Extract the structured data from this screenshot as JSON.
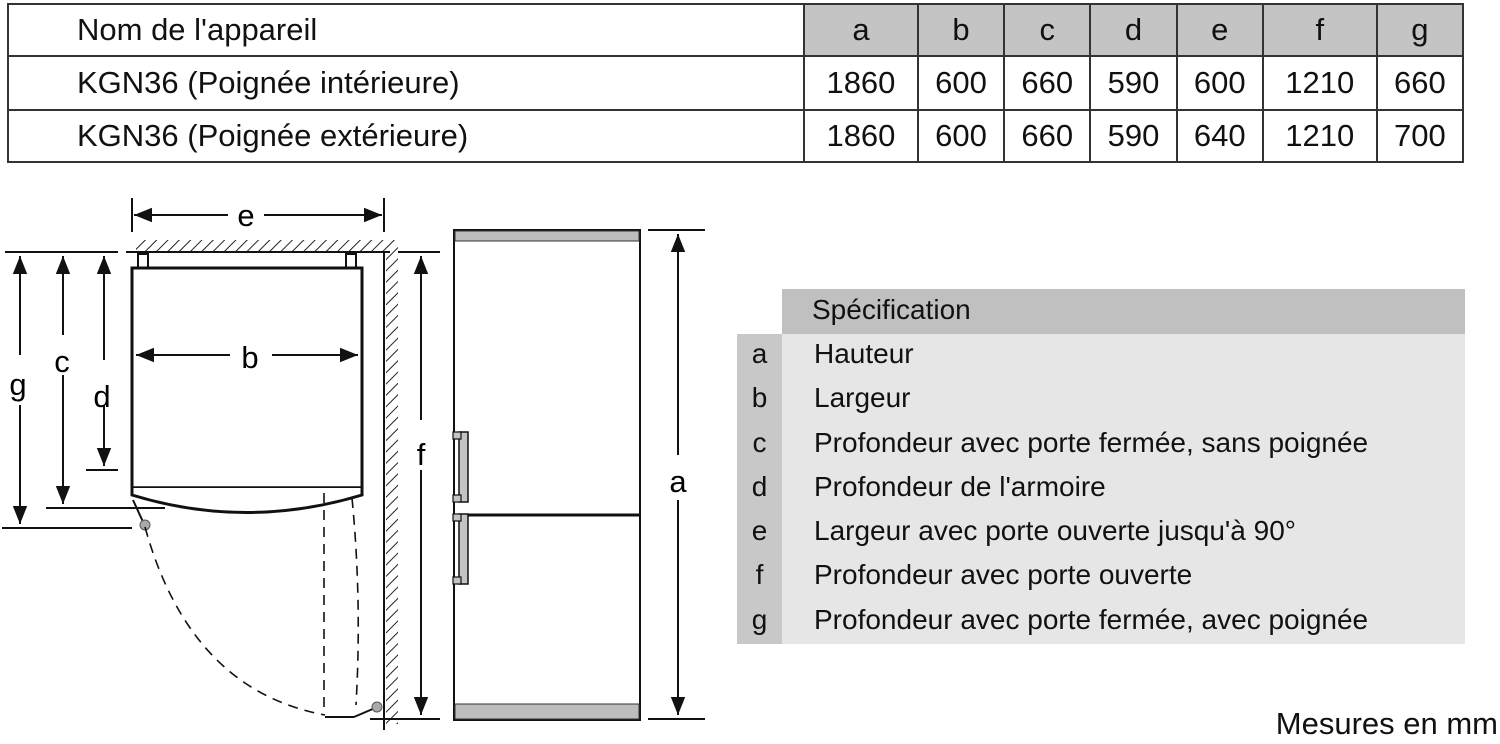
{
  "dimensions_table": {
    "name_header": "Nom de l'appareil",
    "columns": [
      "a",
      "b",
      "c",
      "d",
      "e",
      "f",
      "g"
    ],
    "rows": [
      {
        "name": "KGN36 (Poignée intérieure)",
        "values": [
          "1860",
          "600",
          "660",
          "590",
          "600",
          "1210",
          "660"
        ]
      },
      {
        "name": "KGN36 (Poignée extérieure)",
        "values": [
          "1860",
          "600",
          "660",
          "590",
          "640",
          "1210",
          "700"
        ]
      }
    ]
  },
  "spec_table": {
    "header": "Spécification",
    "rows": [
      {
        "key": "a",
        "label": "Hauteur"
      },
      {
        "key": "b",
        "label": "Largeur"
      },
      {
        "key": "c",
        "label": "Profondeur avec porte fermée, sans poignée"
      },
      {
        "key": "d",
        "label": "Profondeur de l'armoire"
      },
      {
        "key": "e",
        "label": "Largeur avec porte ouverte jusqu'à 90°"
      },
      {
        "key": "f",
        "label": "Profondeur avec porte ouverte"
      },
      {
        "key": "g",
        "label": "Profondeur avec porte fermée, avec poignée"
      }
    ]
  },
  "diagram": {
    "top_view_labels": {
      "e": "e",
      "b": "b",
      "c": "c",
      "d": "d",
      "g": "g",
      "f": "f"
    },
    "front_view_labels": {
      "a": "a"
    }
  },
  "footer": {
    "unit_note": "Mesures en mm"
  },
  "colors": {
    "header_gray": "#c4c4c4",
    "spec_key_gray": "#c8c8c8",
    "spec_body_gray": "#e6e6e6"
  }
}
